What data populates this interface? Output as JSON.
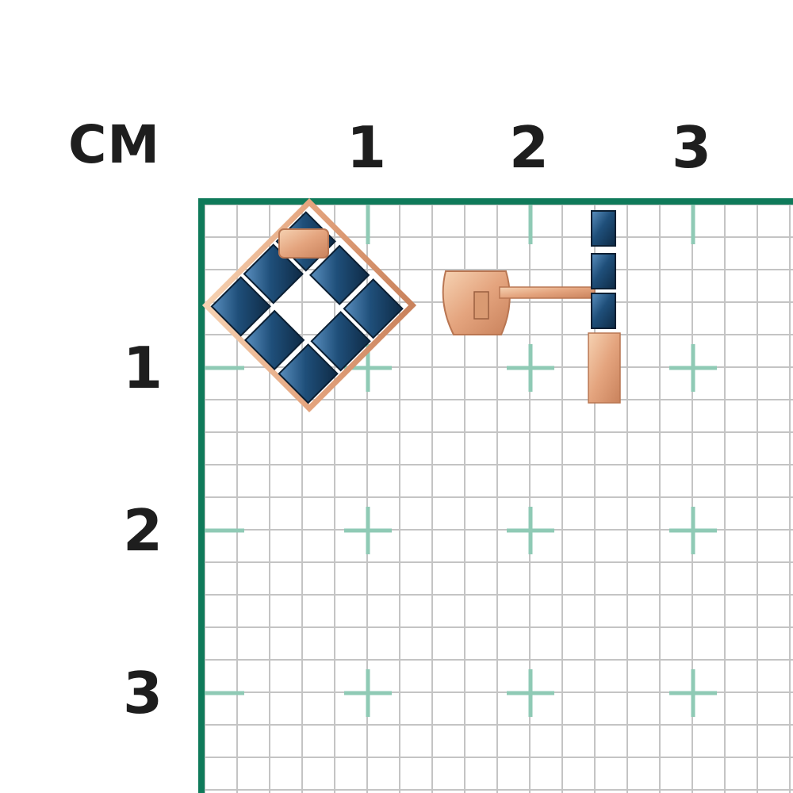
{
  "ruler": {
    "unit": "СМ",
    "x_ticks": [
      "1",
      "2",
      "3"
    ],
    "y_ticks": [
      "1",
      "2",
      "3"
    ]
  },
  "colors": {
    "frame": "#0f7a5a",
    "grid": "#c4c4c4",
    "cross": "#8fcab5",
    "gold": "#e8b08a",
    "gem": "#1d4a73"
  },
  "subject": {
    "front_view": "earring-front",
    "side_view": "earring-side",
    "gem_count": 8
  }
}
